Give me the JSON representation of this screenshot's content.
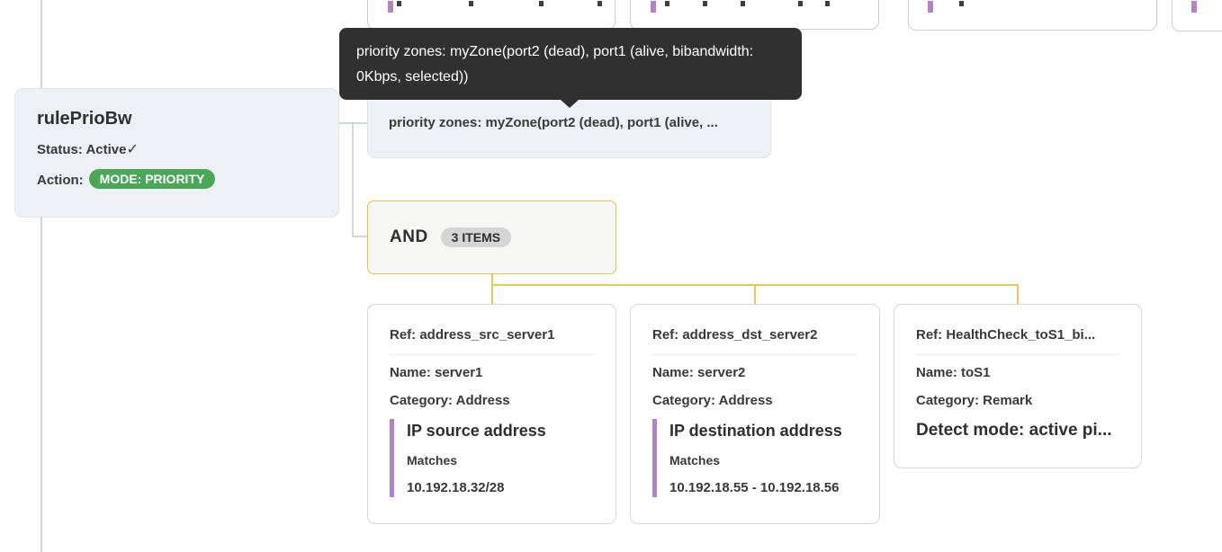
{
  "colors": {
    "accent_green": "#4aa757",
    "accent_purple": "#b183c4",
    "connector_gray": "#d3d7da",
    "connector_yellow": "#eac654",
    "and_border": "#e9c34b",
    "node_bg": "#edf1f5",
    "tooltip_bg": "#303030"
  },
  "rule_card": {
    "title": "rulePrioBw",
    "status_text": "Status: Active",
    "status_check": "✓",
    "action_label": "Action:",
    "action_badge": "MODE: PRIORITY"
  },
  "tooltip": {
    "text": "priority zones: myZone(port2 (dead), port1 (alive, bibandwidth: 0Kbps, selected))"
  },
  "priority_node": {
    "text": "priority zones: myZone(port2 (dead), port1 (alive, ..."
  },
  "and_node": {
    "label": "AND",
    "badge": "3 ITEMS"
  },
  "cards": [
    {
      "ref": "Ref: address_src_server1",
      "name": "Name: server1",
      "category": "Category: Address",
      "match_title": "IP source address",
      "match_op": "Matches",
      "match_value": "10.192.18.32/28"
    },
    {
      "ref": "Ref: address_dst_server2",
      "name": "Name: server2",
      "category": "Category: Address",
      "match_title": "IP destination address",
      "match_op": "Matches",
      "match_value": "10.192.18.55 - 10.192.18.56"
    },
    {
      "ref": "Ref: HealthCheck_toS1_bi...",
      "name": "Name: toS1",
      "category": "Category: Remark",
      "detect_mode": "Detect mode: active pi..."
    }
  ]
}
